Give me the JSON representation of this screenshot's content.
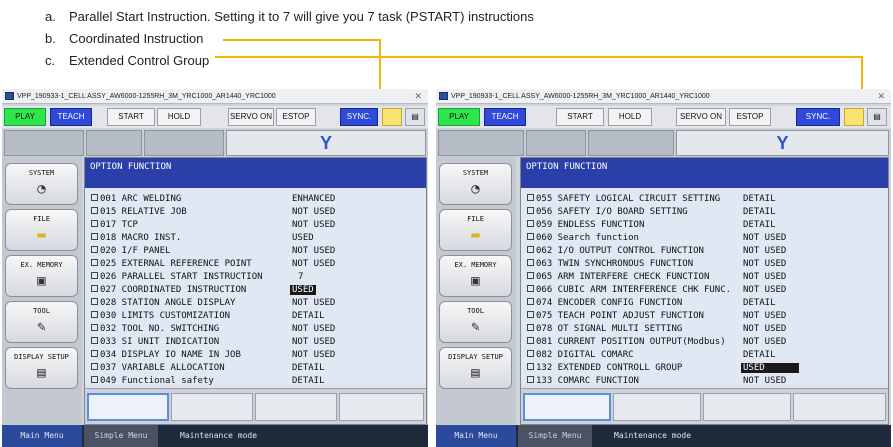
{
  "notes": [
    {
      "letter": "a.",
      "text": "Parallel Start Instruction.  Setting it to 7 will give you 7 task (PSTART) instructions"
    },
    {
      "letter": "b.",
      "text": "Coordinated Instruction"
    },
    {
      "letter": "c.",
      "text": "Extended Control Group"
    }
  ],
  "colors": {
    "accent_line": "#f4b400",
    "header_blue": "#2a3fa8",
    "play_green": "#2ee64c",
    "teach_blue": "#2f49d8"
  },
  "windows": [
    {
      "title": "VPP_190933-1_CELL ASSY_AW6000-1255RH_3M_YRC1000_AR1440_YRC1000",
      "toolbar": {
        "play": "PLAY",
        "teach": "TEACH",
        "start": "START",
        "hold": "HOLD",
        "servo_on": "SERVO ON",
        "estop": "ESTOP",
        "sync": "SYNC."
      },
      "panel_letter": "Y",
      "menu": [
        {
          "label": "SYSTEM",
          "icon": "gauge-icon"
        },
        {
          "label": "FILE",
          "icon": "folder-icon"
        },
        {
          "label": "EX. MEMORY",
          "icon": "sd-card-icon"
        },
        {
          "label": "TOOL",
          "icon": "tool-icon"
        },
        {
          "label": "DISPLAY SETUP",
          "icon": "display-icon"
        }
      ],
      "header": "OPTION FUNCTION",
      "options": [
        {
          "name": "001 ARC WELDING",
          "value": "ENHANCED"
        },
        {
          "name": "015 RELATIVE JOB",
          "value": "NOT USED"
        },
        {
          "name": "017 TCP",
          "value": "NOT USED"
        },
        {
          "name": "018 MACRO INST.",
          "value": "USED"
        },
        {
          "name": "020 I/F PANEL",
          "value": "NOT USED"
        },
        {
          "name": "025 EXTERNAL REFERENCE POINT",
          "value": "NOT USED"
        },
        {
          "name": "026 PARALLEL START INSTRUCTION",
          "value": " 7"
        },
        {
          "name": "027 COORDINATED INSTRUCTION",
          "value": "USED",
          "selected": true
        },
        {
          "name": "028 STATION ANGLE DISPLAY",
          "value": "NOT USED"
        },
        {
          "name": "030 LIMITS CUSTOMIZATION",
          "value": "DETAIL"
        },
        {
          "name": "032 TOOL NO. SWITCHING",
          "value": "NOT USED"
        },
        {
          "name": "033 SI UNIT INDICATION",
          "value": "NOT USED"
        },
        {
          "name": "034 DISPLAY IO NAME IN JOB",
          "value": "NOT USED"
        },
        {
          "name": "037 VARIABLE ALLOCATION",
          "value": "DETAIL"
        },
        {
          "name": "049 Functional safety",
          "value": "DETAIL"
        }
      ],
      "status": {
        "main_menu": "Main Menu",
        "simple_menu": "Simple Menu",
        "mode": "Maintenance mode"
      }
    },
    {
      "title": "VPP_190933-1_CELL ASSY_AW6000-1255RH_3M_YRC1000_AR1440_YRC1000",
      "toolbar": {
        "play": "PLAY",
        "teach": "TEACH",
        "start": "START",
        "hold": "HOLD",
        "servo_on": "SERVO ON",
        "estop": "ESTOP",
        "sync": "SYNC."
      },
      "panel_letter": "Y",
      "menu": [
        {
          "label": "SYSTEM",
          "icon": "gauge-icon"
        },
        {
          "label": "FILE",
          "icon": "folder-icon"
        },
        {
          "label": "EX. MEMORY",
          "icon": "sd-card-icon"
        },
        {
          "label": "TOOL",
          "icon": "tool-icon"
        },
        {
          "label": "DISPLAY SETUP",
          "icon": "display-icon"
        }
      ],
      "header": "OPTION FUNCTION",
      "options": [
        {
          "name": "055 SAFETY LOGICAL CIRCUIT SETTING",
          "value": "DETAIL"
        },
        {
          "name": "056 SAFETY I/O BOARD SETTING",
          "value": "DETAIL"
        },
        {
          "name": "059 ENDLESS FUNCTION",
          "value": "DETAIL"
        },
        {
          "name": "060 Search function",
          "value": "NOT USED"
        },
        {
          "name": "062 I/O OUTPUT CONTROL FUNCTION",
          "value": "NOT USED"
        },
        {
          "name": "063 TWIN SYNCHRONOUS FUNCTION",
          "value": "NOT USED"
        },
        {
          "name": "065 ARM INTERFERE CHECK FUNCTION",
          "value": "NOT USED"
        },
        {
          "name": "066 CUBIC ARM INTERFERENCE CHK FUNC.",
          "value": "NOT USED"
        },
        {
          "name": "074 ENCODER CONFIG FUNCTION",
          "value": "DETAIL"
        },
        {
          "name": "075 TEACH POINT ADJUST FUNCTION",
          "value": "NOT USED"
        },
        {
          "name": "078 OT SIGNAL MULTI SETTING",
          "value": "NOT USED"
        },
        {
          "name": "081 CURRENT POSITION OUTPUT(Modbus)",
          "value": "NOT USED"
        },
        {
          "name": "082 DIGITAL COMARC",
          "value": "DETAIL"
        },
        {
          "name": "132 EXTENDED CONTROLL GROUP",
          "value": "USED",
          "selected": true
        },
        {
          "name": "133 COMARC FUNCTION",
          "value": "NOT USED"
        }
      ],
      "status": {
        "main_menu": "Main Menu",
        "simple_menu": "Simple Menu",
        "mode": "Maintenance mode"
      }
    }
  ]
}
